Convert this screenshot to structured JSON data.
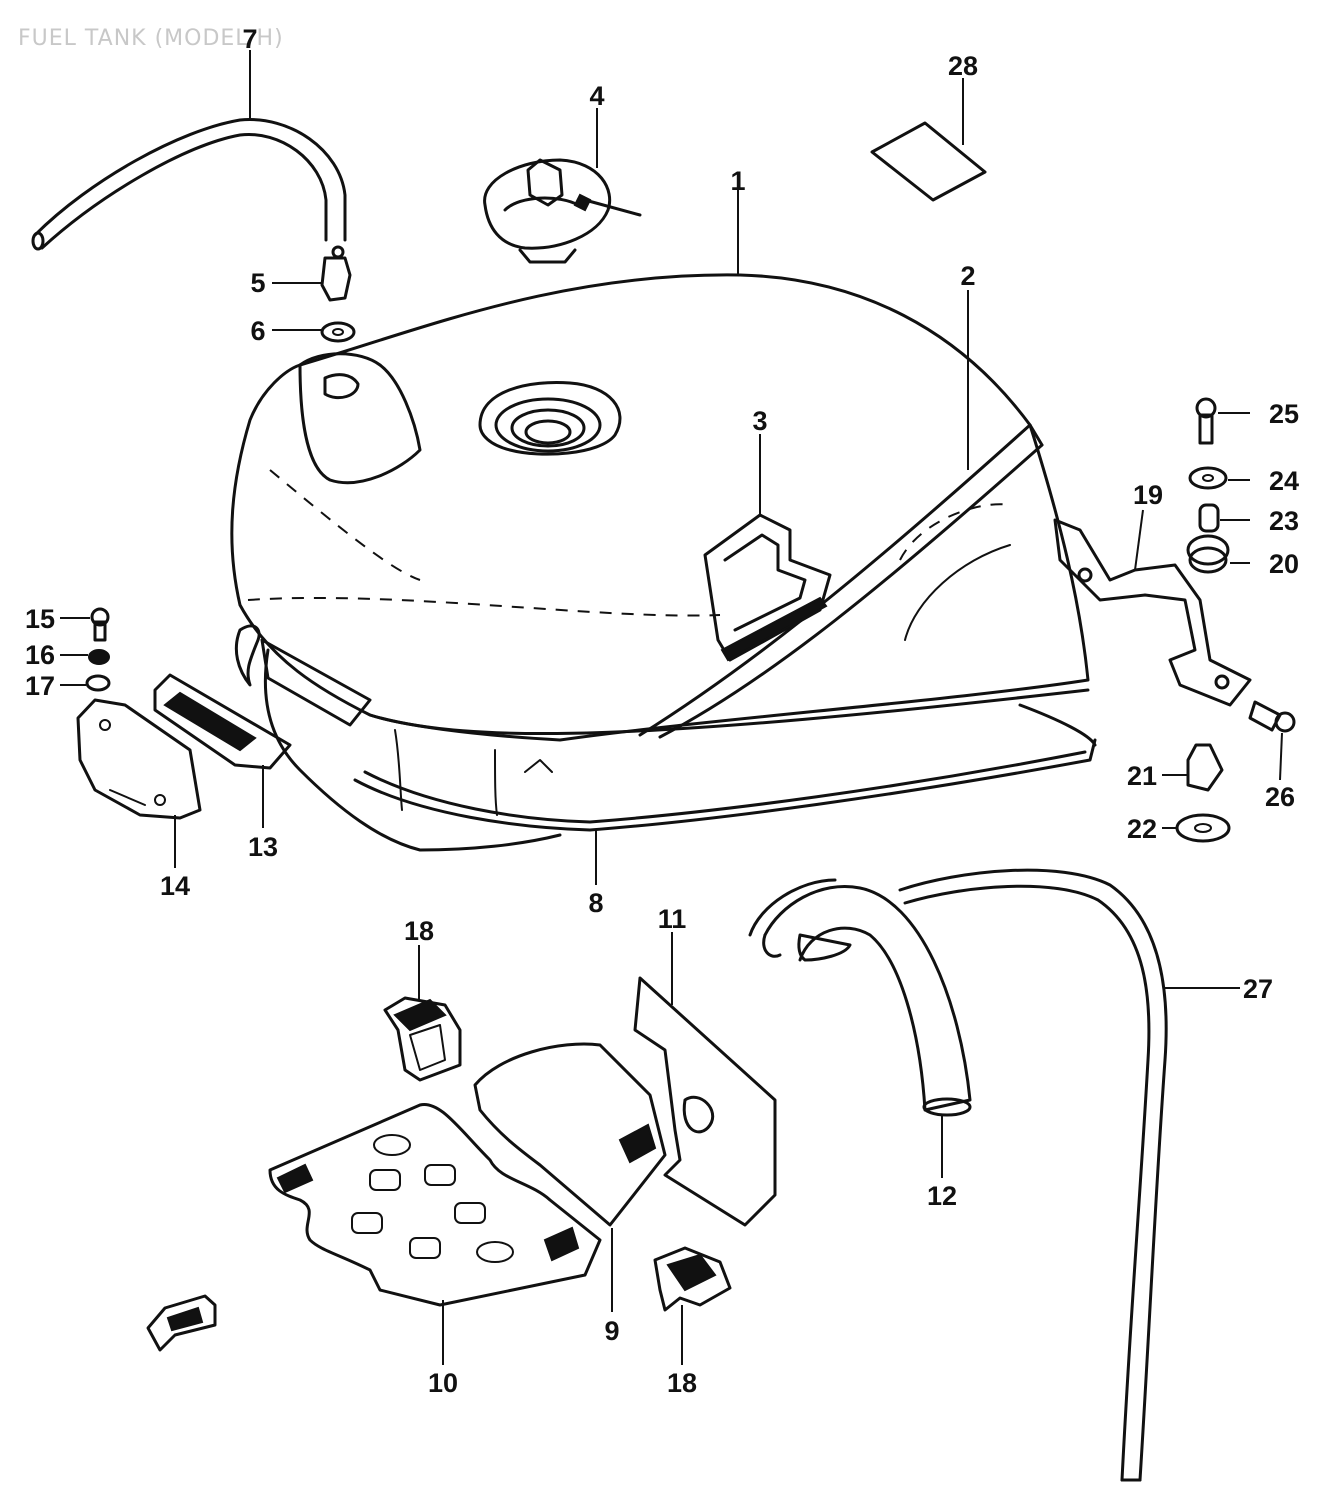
{
  "title": "FUEL TANK (MODEL H)",
  "callouts": [
    "1",
    "2",
    "3",
    "4",
    "5",
    "6",
    "7",
    "8",
    "9",
    "10",
    "11",
    "12",
    "13",
    "14",
    "15",
    "16",
    "17",
    "18",
    "18",
    "19",
    "20",
    "21",
    "22",
    "23",
    "24",
    "25",
    "26",
    "27",
    "28"
  ],
  "colors": {
    "ink": "#111111",
    "paper": "#ffffff",
    "watermark": "#c8c8c8"
  }
}
